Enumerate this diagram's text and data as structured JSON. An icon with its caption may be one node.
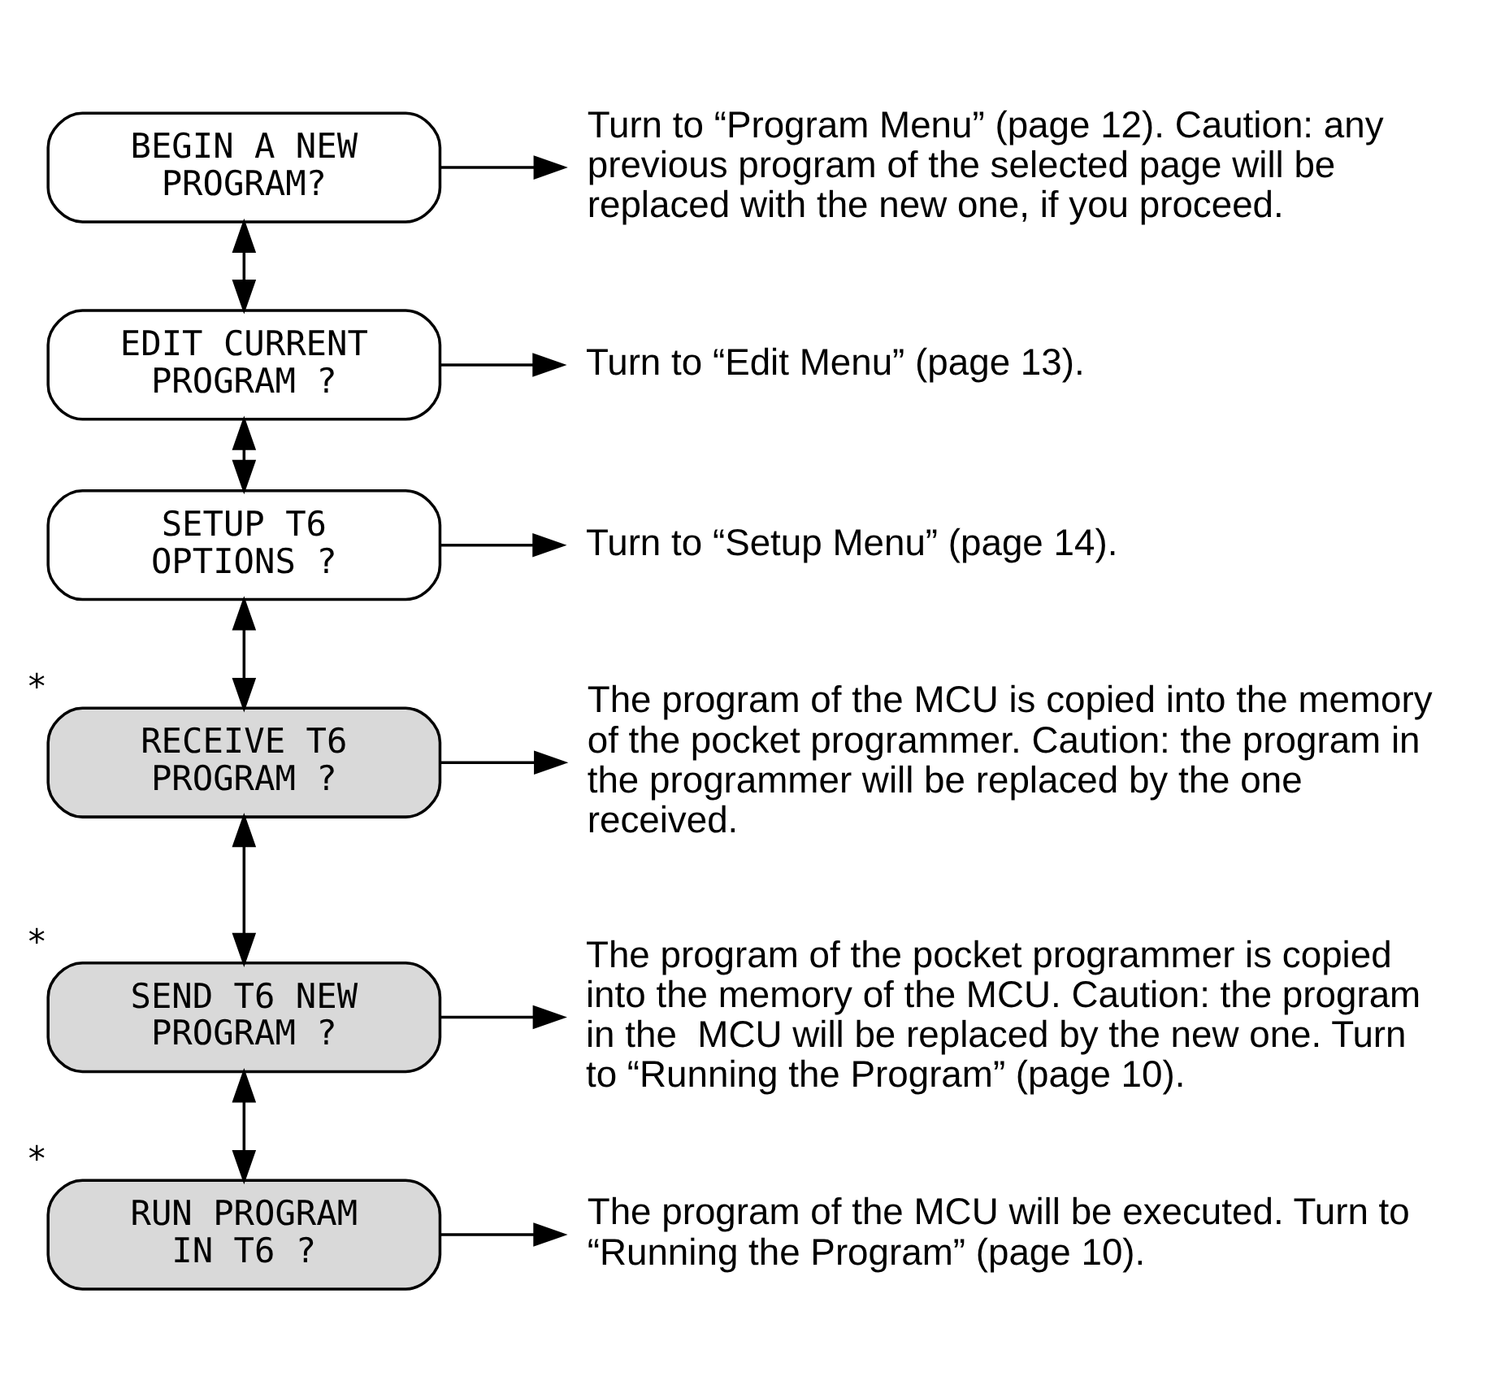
{
  "diagram": {
    "nodes": [
      {
        "text": [
          "BEGIN A NEW PROGRAM?"
        ]
      },
      {
        "text": [
          "Turn to “Program Menu” (page 12). Caution: any previous program of the selected page will be replaced with the new one, if you proceed."
        ]
      },
      {
        "text": [
          "EDIT CURRENT PROGRAM ?"
        ]
      },
      {
        "text": [
          "Turn to “Edit Menu” (page 13)."
        ]
      },
      {
        "text": [
          "SETUP T6 OPTIONS ?"
        ]
      },
      {
        "text": [
          "Turn to “Setup Menu” (page 14)."
        ]
      },
      {
        "text": [
          "RECEIVE T6 PROGRAM ?"
        ],
        "beside": [
          "*"
        ]
      },
      {
        "text": [
          "The program of the MCU is copied into the memory of the pocket programmer. Caution: the program in the programmer will be replaced by the one received."
        ]
      },
      {
        "text": [
          "SEND T6 NEW PROGRAM ?"
        ],
        "beside": [
          "*"
        ]
      },
      {
        "text": [
          "The program of the pocket programmer is copied into the memory of the MCU. Caution: the program in the  MCU will be replaced by the new one. Turn to “Running the Program” (page 10)."
        ]
      },
      {
        "text": [
          "RUN PROGRAM IN T6 ?"
        ],
        "beside": [
          "*"
        ]
      },
      {
        "text": [
          "The program of the MCU will be executed. Turn to “Running the Program” (page 10)."
        ]
      }
    ],
    "edges": [
      {
        "from": 0,
        "to": 2,
        "arrow": "both"
      },
      {
        "from": 2,
        "to": 4,
        "arrow": "both"
      },
      {
        "from": 4,
        "to": 6,
        "arrow": "both"
      },
      {
        "from": 6,
        "to": 8,
        "arrow": "both"
      },
      {
        "from": 8,
        "to": 10,
        "arrow": "both"
      },
      {
        "from": 0,
        "to": 1,
        "arrow": "to"
      },
      {
        "from": 2,
        "to": 3,
        "arrow": "to"
      },
      {
        "from": 4,
        "to": 5,
        "arrow": "to"
      },
      {
        "from": 6,
        "to": 7,
        "arrow": "to"
      },
      {
        "from": 8,
        "to": 9,
        "arrow": "to"
      },
      {
        "from": 10,
        "to": 11,
        "arrow": "to"
      }
    ]
  }
}
